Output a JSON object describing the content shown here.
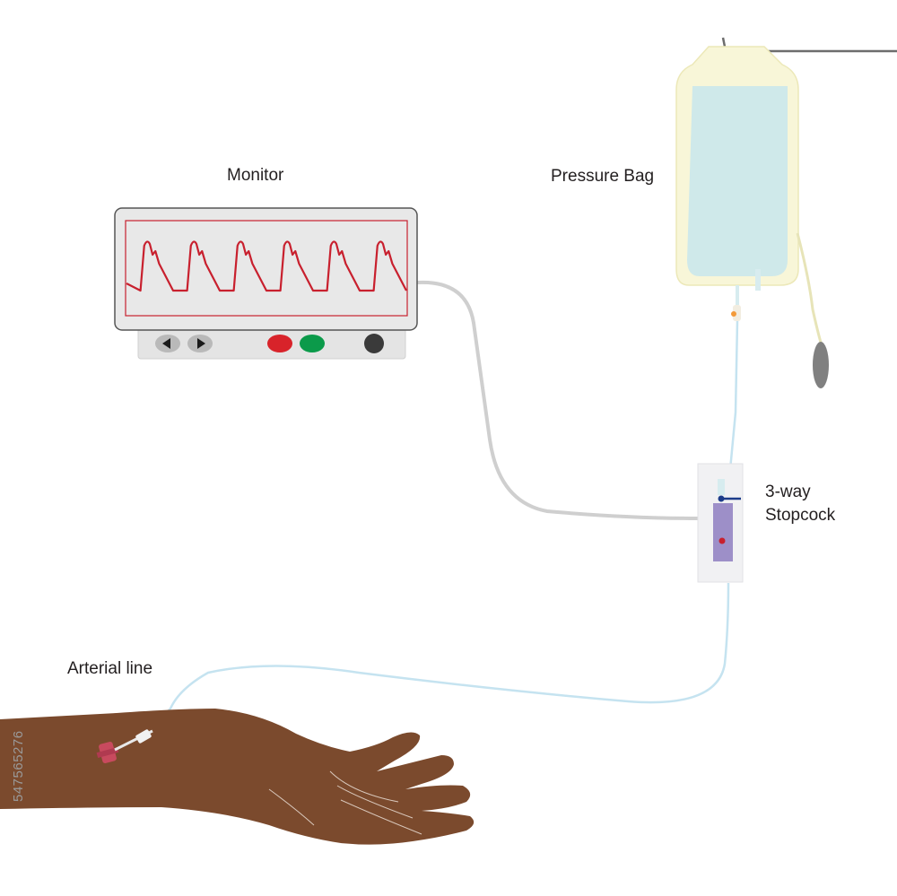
{
  "labels": {
    "monitor": "Monitor",
    "pressure_bag": "Pressure Bag",
    "stopcock_line1": "3-way",
    "stopcock_line2": "Stopcock",
    "arterial_line": "Arterial line"
  },
  "watermark": {
    "stock_id": "547565276"
  },
  "monitor": {
    "waveform_color": "#c8202e",
    "pulse_count": 6,
    "buttons": [
      "left-arrow",
      "right-arrow",
      "red",
      "green",
      "black"
    ]
  },
  "colors": {
    "monitor_body": "#e8e8e8",
    "monitor_frame": "#555555",
    "bag_fluid": "#cfe9ea",
    "bag_outer": "#f8f6d8",
    "tubing_gray": "#c9c9c9",
    "tubing_blue": "#c5e3f0",
    "stopcock_body": "#ece8f4",
    "stopcock_valve": "#9d8fc8",
    "skin": "#7b4a2d",
    "catheter": "#c84a5e"
  }
}
